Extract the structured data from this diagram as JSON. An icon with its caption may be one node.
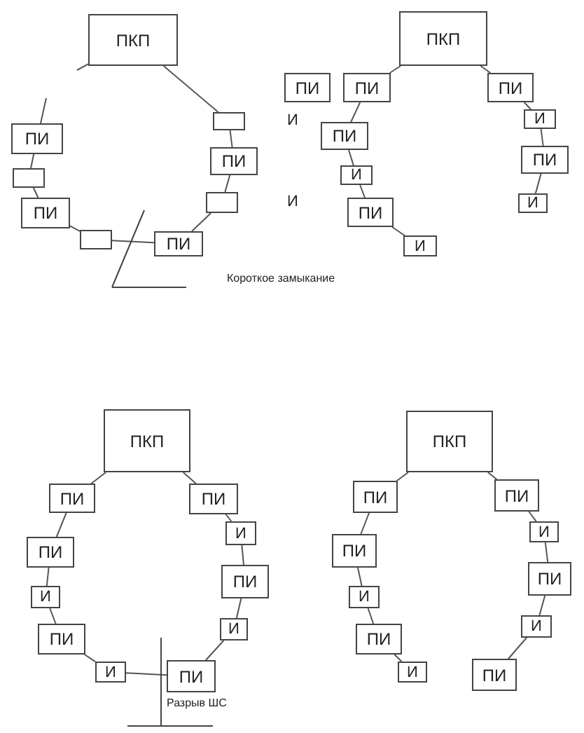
{
  "diagram": {
    "nodes": [
      {
        "text": [
          "ПКП"
        ]
      },
      {
        "text": [],
        "shape": "box"
      },
      {
        "text": [
          "ПИ"
        ]
      },
      {
        "text": [],
        "shape": "box"
      },
      {
        "text": [
          "ПИ"
        ]
      },
      {
        "text": [],
        "shape": "box"
      },
      {
        "text": [
          "ПИ"
        ]
      },
      {
        "text": [],
        "shape": "box"
      },
      {
        "text": [
          "ПИ"
        ]
      },
      {
        "text": [
          "ПКП"
        ]
      },
      {
        "text": [
          "ПИ"
        ]
      },
      {
        "text": [
          "ПИ"
        ]
      },
      {
        "text": [
          "ПИ"
        ]
      },
      {
        "text": [
          "И"
        ]
      },
      {
        "text": [
          "ПИ"
        ]
      },
      {
        "text": [
          "И"
        ]
      },
      {
        "text": [
          "ПИ"
        ]
      },
      {
        "text": [
          "И"
        ]
      },
      {
        "text": [
          "ПИ"
        ]
      },
      {
        "text": [
          "И"
        ]
      },
      {
        "text": [
          "ПКП"
        ]
      },
      {
        "text": [
          "ПИ"
        ]
      },
      {
        "text": [
          "ПИ"
        ]
      },
      {
        "text": [
          "И"
        ]
      },
      {
        "text": [
          "ПИ"
        ]
      },
      {
        "text": [
          "И"
        ]
      },
      {
        "text": [
          "ПИ"
        ]
      },
      {
        "text": [
          "И"
        ]
      },
      {
        "text": [
          "ПИ"
        ]
      },
      {
        "text": [
          "И"
        ]
      },
      {
        "text": [
          "ПИ"
        ]
      },
      {
        "text": [
          "ПКП"
        ]
      },
      {
        "text": [
          "ПИ"
        ]
      },
      {
        "text": [
          "ПИ"
        ]
      },
      {
        "text": [
          "И"
        ]
      },
      {
        "text": [
          "ПИ"
        ]
      },
      {
        "text": [
          "И"
        ]
      },
      {
        "text": [
          "ПИ"
        ]
      },
      {
        "text": [
          "И"
        ]
      },
      {
        "text": [
          "ПИ"
        ]
      },
      {
        "text": [
          "И"
        ]
      },
      {
        "text": [
          "ПИ"
        ]
      }
    ],
    "edges": [
      {
        "from": 0,
        "to": 1,
        "arrow": "none"
      },
      {
        "from": 1,
        "to": 2,
        "arrow": "none"
      },
      {
        "from": 2,
        "to": 3,
        "arrow": "none"
      },
      {
        "from": 3,
        "to": 4,
        "arrow": "none"
      },
      {
        "from": 4,
        "to": 5,
        "arrow": "none"
      },
      {
        "from": 5,
        "to": 6,
        "arrow": "none"
      },
      {
        "from": 6,
        "to": 7,
        "arrow": "none"
      },
      {
        "from": 7,
        "to": 8,
        "arrow": "none"
      },
      {
        "from": 8,
        "to": null,
        "arrow": "none"
      },
      {
        "from": 0,
        "to": null,
        "arrow": "none"
      },
      {
        "from": 9,
        "to": 11,
        "arrow": "none"
      },
      {
        "from": 11,
        "to": 12,
        "arrow": "none"
      },
      {
        "from": 12,
        "to": 13,
        "arrow": "none"
      },
      {
        "from": 13,
        "to": 14,
        "arrow": "none"
      },
      {
        "from": 14,
        "to": 15,
        "arrow": "none"
      },
      {
        "from": 9,
        "to": 16,
        "arrow": "none"
      },
      {
        "from": 16,
        "to": 17,
        "arrow": "none"
      },
      {
        "from": 17,
        "to": 18,
        "arrow": "none"
      },
      {
        "from": 18,
        "to": 19,
        "arrow": "none"
      },
      {
        "from": 20,
        "to": 21,
        "arrow": "none"
      },
      {
        "from": 21,
        "to": 22,
        "arrow": "none"
      },
      {
        "from": 22,
        "to": 23,
        "arrow": "none"
      },
      {
        "from": 23,
        "to": 24,
        "arrow": "none"
      },
      {
        "from": 24,
        "to": 25,
        "arrow": "none"
      },
      {
        "from": 25,
        "to": 26,
        "arrow": "none"
      },
      {
        "from": 26,
        "to": 27,
        "arrow": "none"
      },
      {
        "from": 27,
        "to": 28,
        "arrow": "none"
      },
      {
        "from": 28,
        "to": 29,
        "arrow": "none"
      },
      {
        "from": 29,
        "to": 30,
        "arrow": "none"
      },
      {
        "from": 30,
        "to": 20,
        "arrow": "none"
      },
      {
        "from": 31,
        "to": 32,
        "arrow": "none"
      },
      {
        "from": 32,
        "to": 33,
        "arrow": "none"
      },
      {
        "from": 33,
        "to": 34,
        "arrow": "none"
      },
      {
        "from": 34,
        "to": 35,
        "arrow": "none"
      },
      {
        "from": 35,
        "to": 36,
        "arrow": "none"
      },
      {
        "from": 31,
        "to": 37,
        "arrow": "none"
      },
      {
        "from": 37,
        "to": 38,
        "arrow": "none"
      },
      {
        "from": 38,
        "to": 39,
        "arrow": "none"
      },
      {
        "from": 39,
        "to": 40,
        "arrow": "none"
      },
      {
        "from": 40,
        "to": 41,
        "arrow": "none"
      }
    ],
    "labels": [
      "И",
      "И",
      "Короткое замыкание",
      "Разрыв ШС"
    ]
  }
}
